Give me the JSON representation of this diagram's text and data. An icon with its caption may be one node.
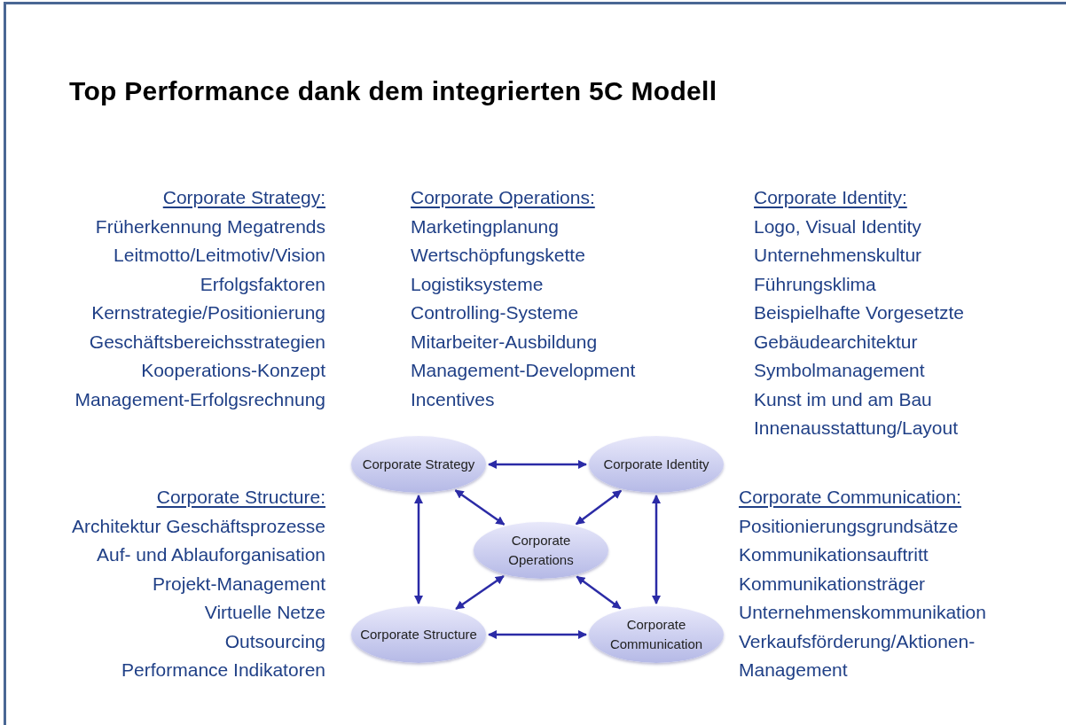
{
  "diagram": {
    "title": "Top Performance dank dem integrierten 5C Modell",
    "nodes": [
      {
        "text": [
          "Corporate Strategy"
        ]
      },
      {
        "text": [
          "Corporate Identity"
        ]
      },
      {
        "text": [
          "Corporate Operations"
        ]
      },
      {
        "text": [
          "Corporate Structure"
        ]
      },
      {
        "text": [
          "Corporate Communication"
        ]
      }
    ],
    "edges": [
      {
        "from": 0,
        "to": 1,
        "arrow": "both"
      },
      {
        "from": 0,
        "to": 2,
        "arrow": "both"
      },
      {
        "from": 1,
        "to": 2,
        "arrow": "both"
      },
      {
        "from": 0,
        "to": 3,
        "arrow": "both"
      },
      {
        "from": 1,
        "to": 4,
        "arrow": "both"
      },
      {
        "from": 3,
        "to": 2,
        "arrow": "both"
      },
      {
        "from": 4,
        "to": 2,
        "arrow": "both"
      },
      {
        "from": 3,
        "to": 4,
        "arrow": "both"
      }
    ],
    "labels": [
      "Corporate Strategy:",
      "Früherkennung Megatrends",
      "Leitmotto/Leitmotiv/Vision",
      "Erfolgsfaktoren",
      "Kernstrategie/Positionierung",
      "Geschäftsbereichsstrategien",
      "Kooperations-Konzept",
      "Management-Erfolgsrechnung",
      "Corporate Operations:",
      "Marketingplanung",
      "Wertschöpfungskette",
      "Logistiksysteme",
      "Controlling-Systeme",
      "Mitarbeiter-Ausbildung",
      "Management-Development",
      "Incentives",
      "Corporate Identity:",
      "Logo, Visual Identity",
      "Unternehmenskultur",
      "Führungsklima",
      "Beispielhafte Vorgesetzte",
      "Gebäudearchitektur",
      "Symbolmanagement",
      "Kunst im und am Bau",
      "Innenausstattung/Layout",
      "Corporate Structure:",
      "Architektur Geschäftsprozesse",
      "Auf- und Ablauforganisation",
      "Projekt-Management",
      "Virtuelle Netze",
      "Outsourcing",
      "Performance Indikatoren",
      "Corporate Communication:",
      "Positionierungsgrundsätze",
      "Kommunikationsauftritt",
      "Kommunikationsträger",
      "Unternehmenskommunikation",
      "Verkaufsförderung/Aktionen-Management"
    ]
  }
}
